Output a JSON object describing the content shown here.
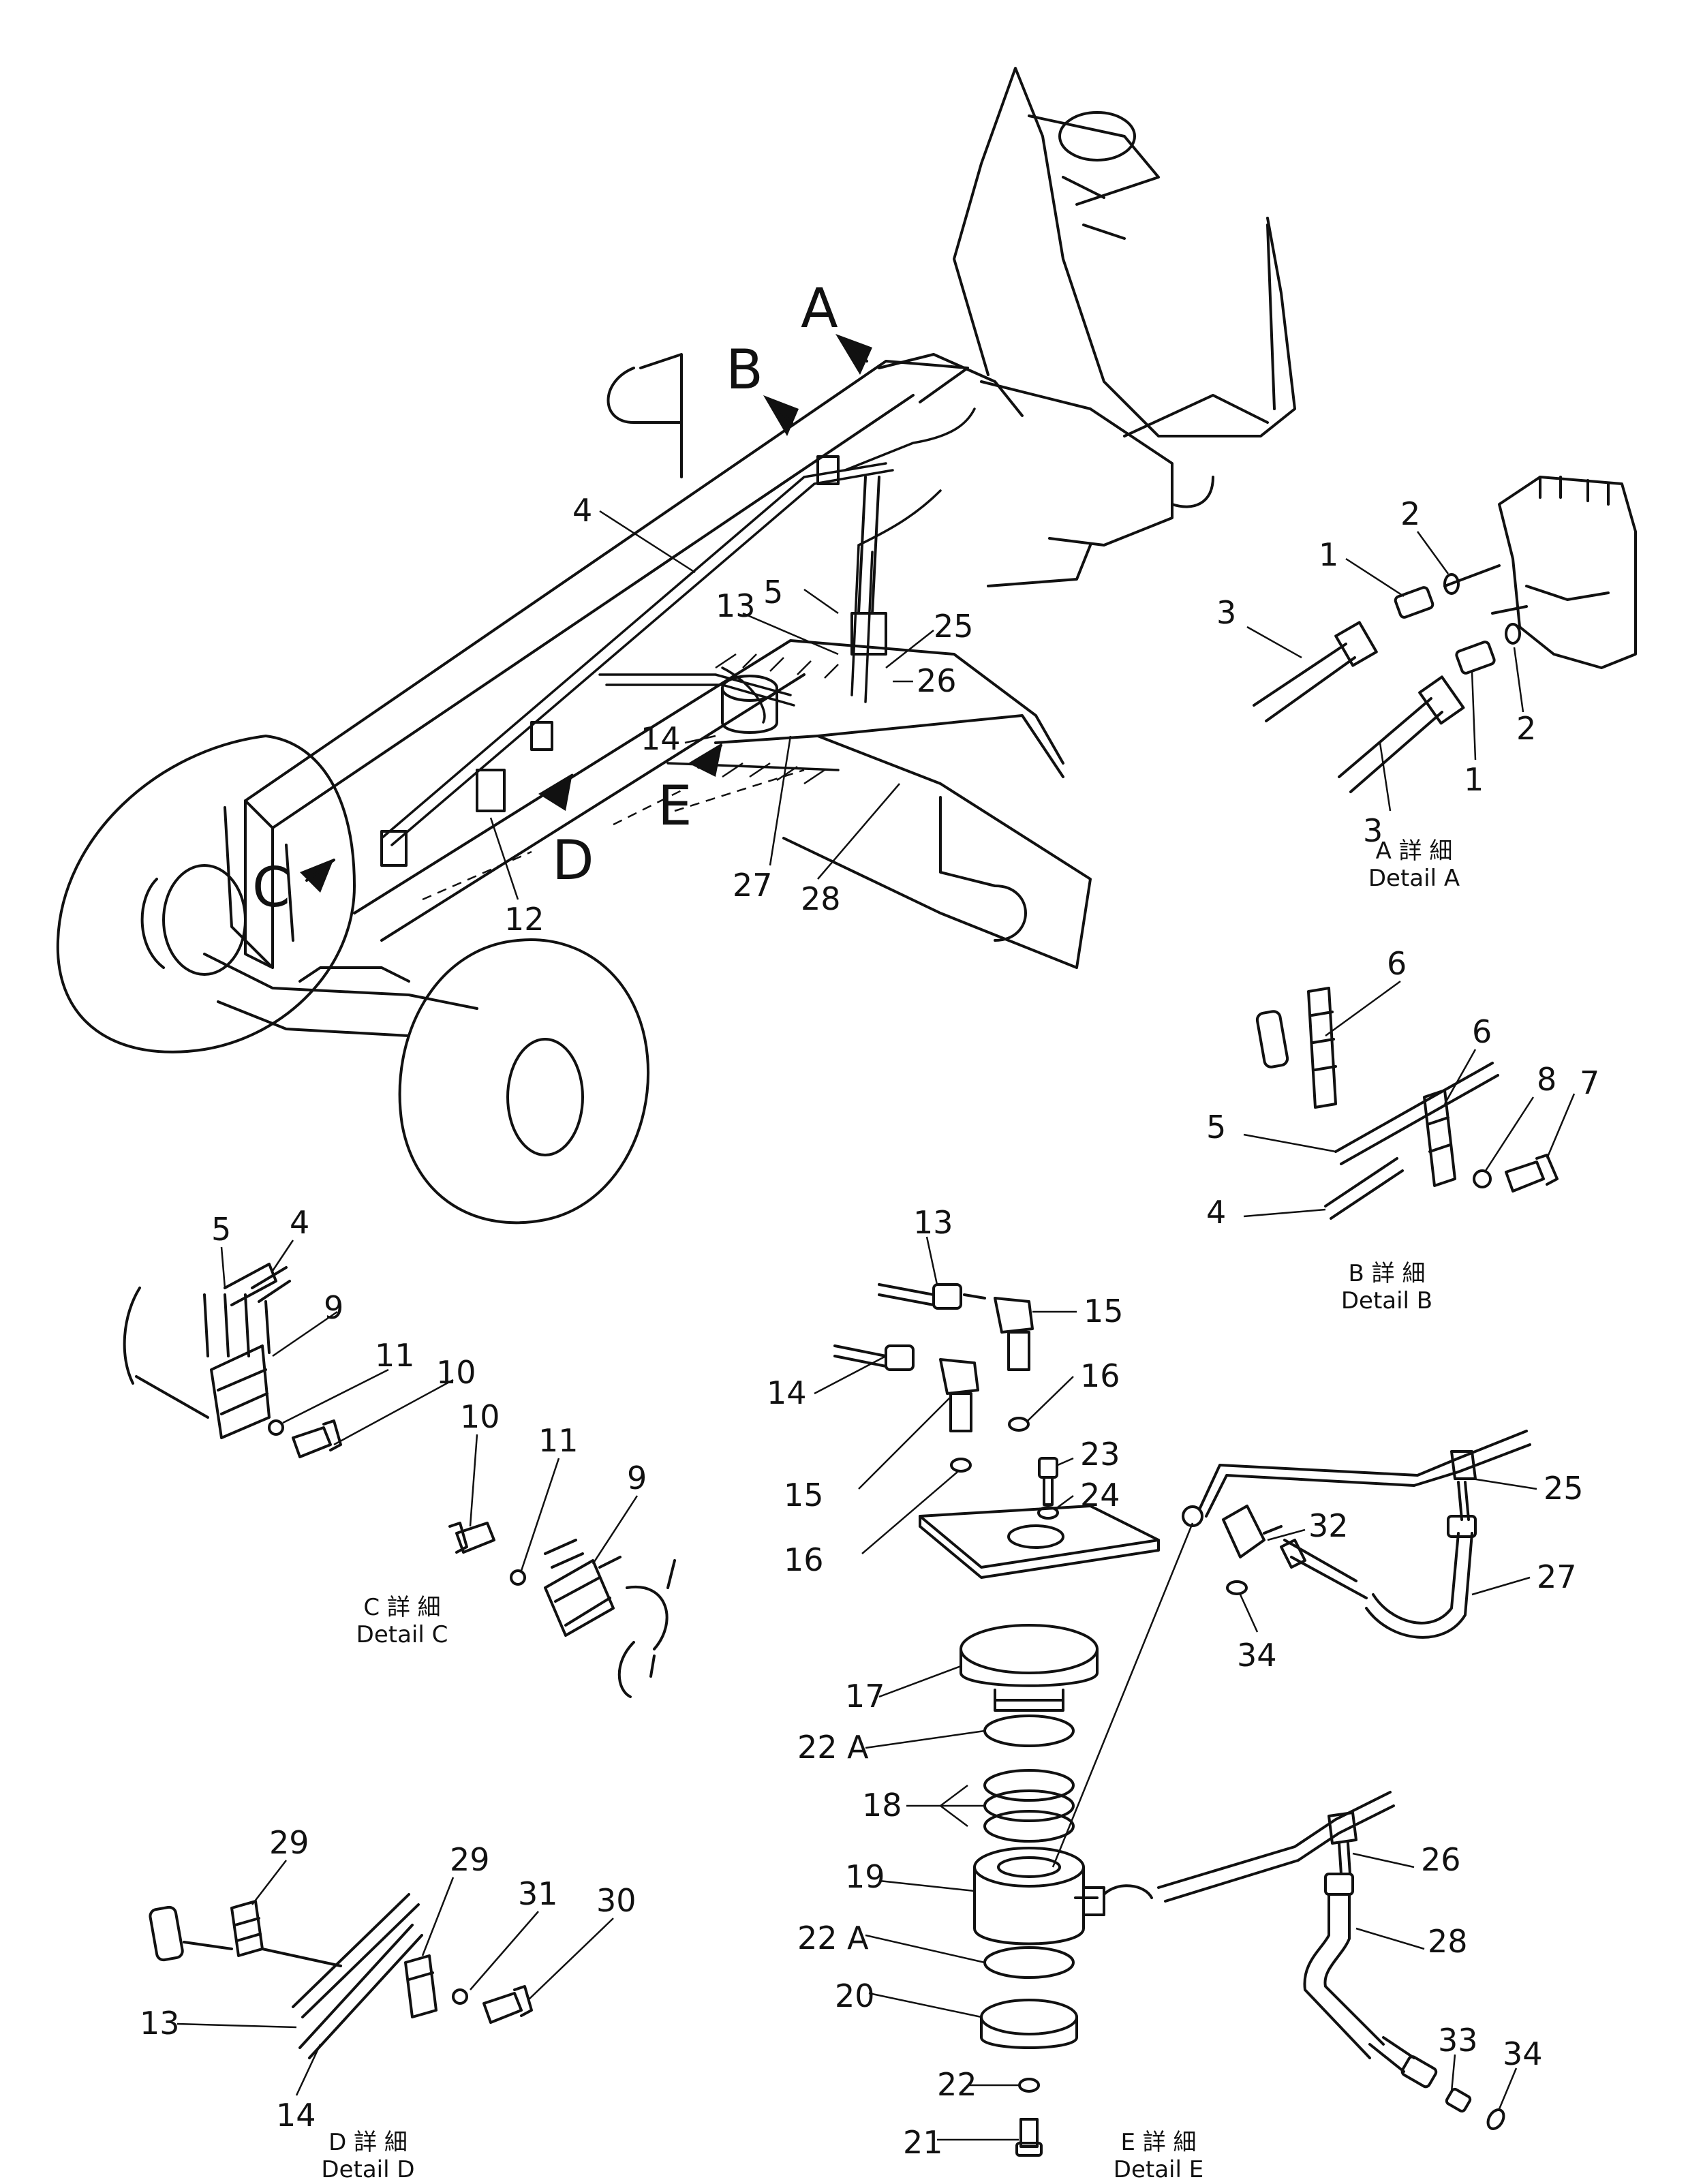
{
  "callouts": {
    "c1a": "1",
    "c1b": "1",
    "c2a": "2",
    "c2b": "2",
    "c3a": "3",
    "c3b": "3",
    "c4a": "4",
    "c4b": "4",
    "c4c": "4",
    "c5a": "5",
    "c5b": "5",
    "c5c": "5",
    "c6a": "6",
    "c6b": "6",
    "c7": "7",
    "c8": "8",
    "c9a": "9",
    "c9b": "9",
    "c10a": "10",
    "c10b": "10",
    "c11a": "11",
    "c11b": "11",
    "c12": "12",
    "c13a": "13",
    "c13b": "13",
    "c13c": "13",
    "c14a": "14",
    "c14b": "14",
    "c14c": "14",
    "c15a": "15",
    "c15b": "15",
    "c16a": "16",
    "c16b": "16",
    "c17": "17",
    "c18": "18",
    "c19": "19",
    "c20": "20",
    "c21": "21",
    "c22": "22",
    "c22Aa": "22 A",
    "c22Ab": "22 A",
    "c23": "23",
    "c24": "24",
    "c25a": "25",
    "c25b": "25",
    "c26a": "26",
    "c26b": "26",
    "c27a": "27",
    "c27b": "27",
    "c28a": "28",
    "c28b": "28",
    "c29a": "29",
    "c29b": "29",
    "c30": "30",
    "c31": "31",
    "c32": "32",
    "c33": "33",
    "c34a": "34",
    "c34b": "34"
  },
  "view_markers": {
    "A": "A",
    "B": "B",
    "C": "C",
    "D": "D",
    "E": "E"
  },
  "details": {
    "A": {
      "jp": "A 詳 細",
      "en": "Detail A"
    },
    "B": {
      "jp": "B 詳 細",
      "en": "Detail B"
    },
    "C": {
      "jp": "C 詳 細",
      "en": "Detail C"
    },
    "D": {
      "jp": "D 詳 細",
      "en": "Detail D"
    },
    "E": {
      "jp": "E 詳 細",
      "en": "Detail E"
    }
  }
}
